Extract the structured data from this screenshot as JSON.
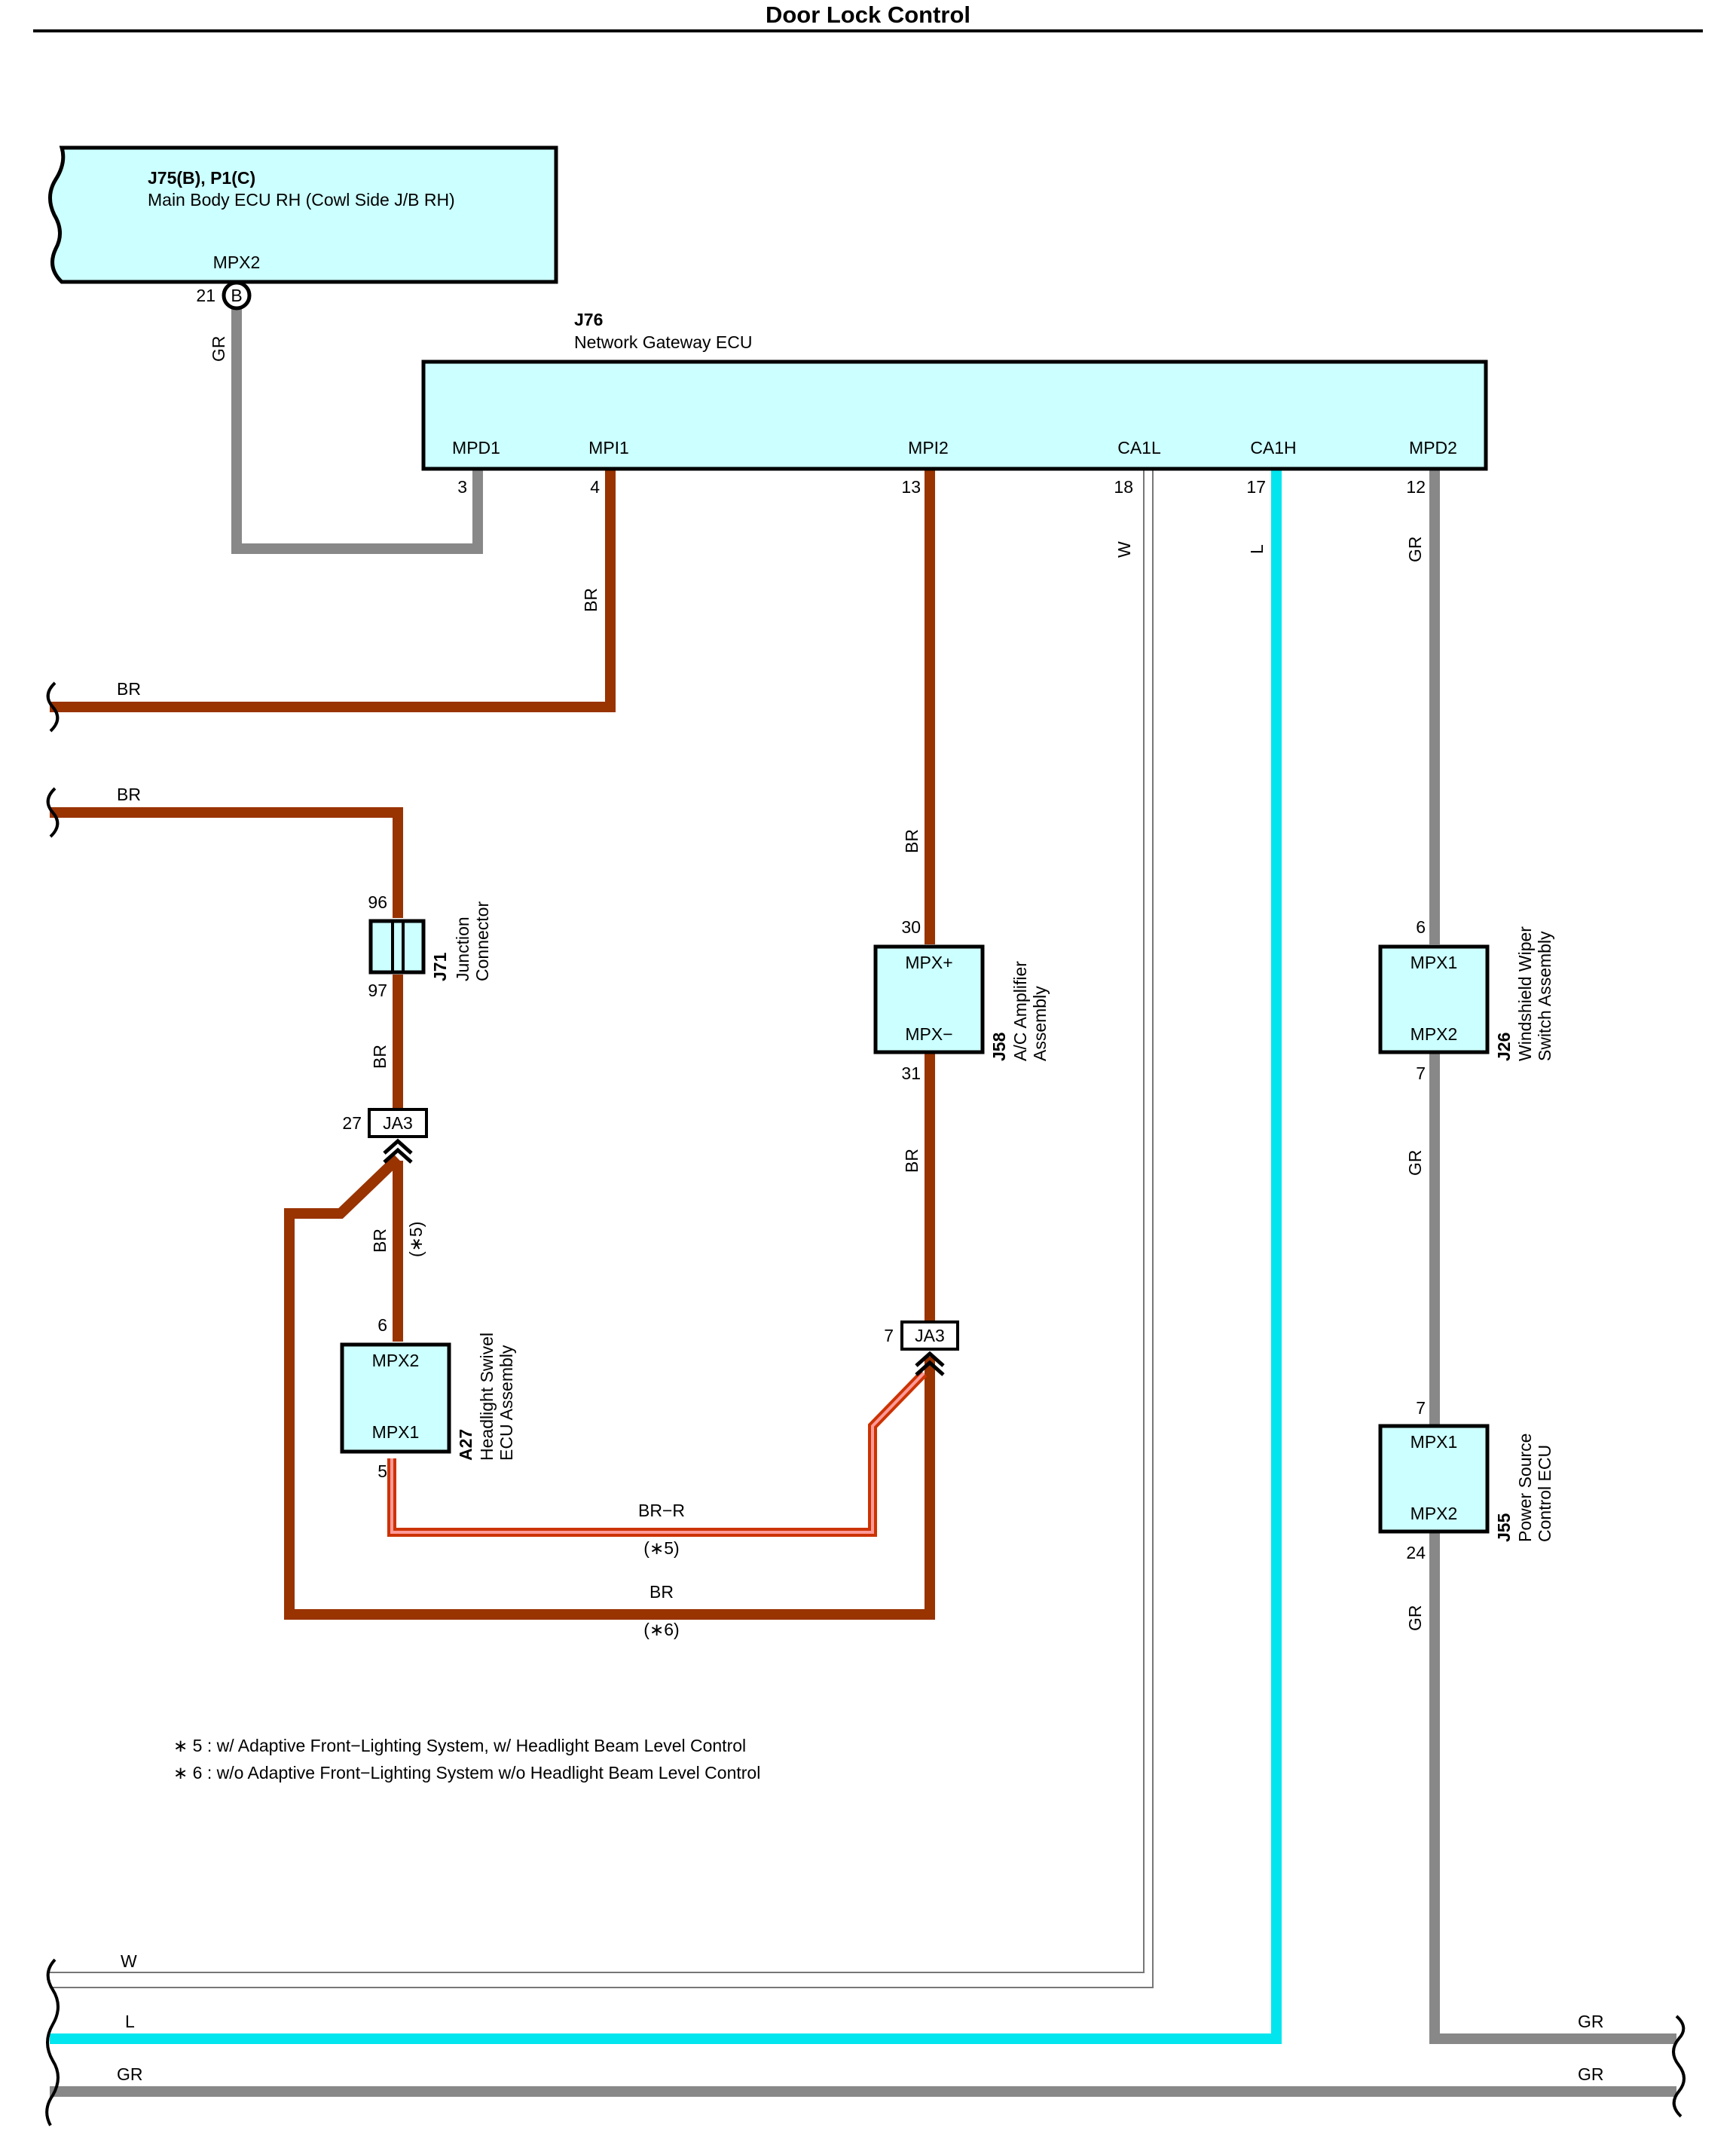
{
  "title": "Door Lock Control",
  "components": {
    "main_body_ecu": {
      "code": "J75(B), P1(C)",
      "name": "Main Body ECU RH (Cowl Side J/B RH)",
      "terminal": "MPX2",
      "pin": "21",
      "connector": "B"
    },
    "gateway_ecu": {
      "code": "J76",
      "name": "Network Gateway ECU",
      "terminals": [
        {
          "name": "MPD1",
          "pin": "3"
        },
        {
          "name": "MPI1",
          "pin": "4"
        },
        {
          "name": "MPI2",
          "pin": "13"
        },
        {
          "name": "CA1L",
          "pin": "18"
        },
        {
          "name": "CA1H",
          "pin": "17"
        },
        {
          "name": "MPD2",
          "pin": "12"
        }
      ]
    },
    "junction_connector": {
      "code": "J71",
      "name_line1": "Junction",
      "name_line2": "Connector",
      "pin_top": "96",
      "pin_bottom": "97"
    },
    "ja3_left": {
      "label": "JA3",
      "pin": "27"
    },
    "ja3_right": {
      "label": "JA3",
      "pin": "7"
    },
    "headlight_swivel": {
      "code": "A27",
      "name_line1": "Headlight Swivel",
      "name_line2": "ECU Assembly",
      "term_top": "MPX2",
      "term_bottom": "MPX1",
      "pin_top": "6",
      "pin_bottom": "5"
    },
    "ac_amplifier": {
      "code": "J58",
      "name_line1": "A/C Amplifier",
      "name_line2": "Assembly",
      "term_top": "MPX+",
      "term_bottom": "MPX−",
      "pin_top": "30",
      "pin_bottom": "31"
    },
    "wiper_switch": {
      "code": "J26",
      "name_line1": "Windshield Wiper",
      "name_line2": "Switch Assembly",
      "term_top": "MPX1",
      "term_bottom": "MPX2",
      "pin_top": "6",
      "pin_bottom": "7"
    },
    "power_source_ecu": {
      "code": "J55",
      "name_line1": "Power Source",
      "name_line2": "Control ECU",
      "term_top": "MPX1",
      "term_bottom": "MPX2",
      "pin_top": "7",
      "pin_bottom": "24"
    }
  },
  "wire_labels": {
    "gr": "GR",
    "br": "BR",
    "w": "W",
    "l": "L",
    "br_r": "BR−R",
    "note5": "(∗5)",
    "note6": "(∗6)"
  },
  "notes": [
    "∗ 5 : w/ Adaptive Front−Lighting System,  w/ Headlight Beam Level Control",
    "∗ 6 : w/o Adaptive Front−Lighting System w/o Headlight Beam Level Control"
  ],
  "colors": {
    "br": "#993300",
    "gr": "#888888",
    "l": "#00e5ee",
    "w": "#777777",
    "box_fill": "#ccffff",
    "br_r_outer": "#cc3300",
    "br_r_inner": "#ff9999"
  }
}
